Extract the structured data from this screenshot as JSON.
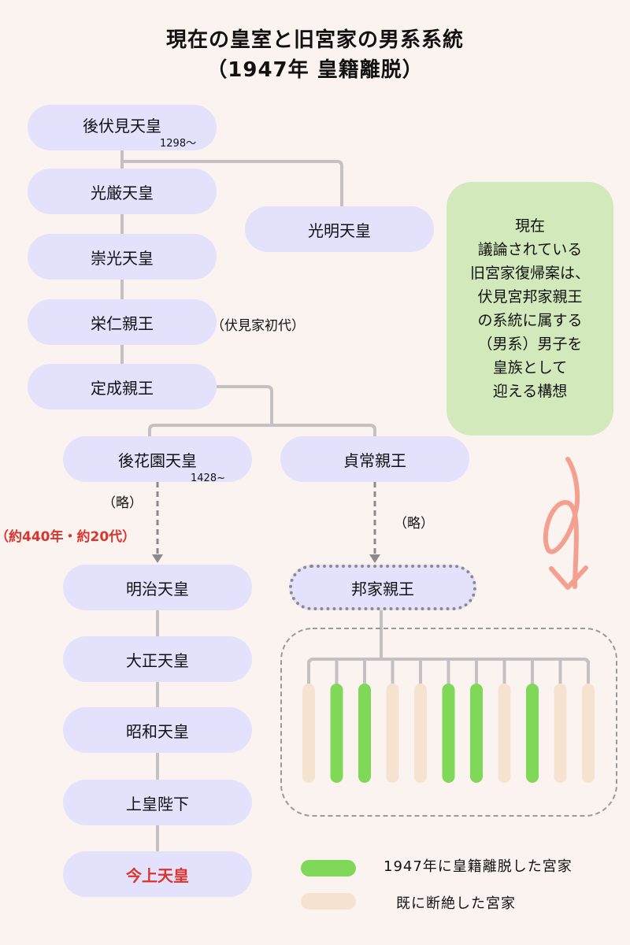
{
  "title": {
    "line1": "現在の皇室と旧宮家の男系系統",
    "line2": "（1947年 皇籍離脱）"
  },
  "nodes": {
    "gofushimi": "後伏見天皇",
    "gofushimi_year": "1298〜",
    "kogon": "光厳天皇",
    "komyo": "光明天皇",
    "suko": "崇光天皇",
    "yoshihito": "栄仁親王",
    "yoshihito_note": "（伏見家初代）",
    "sadafusa": "定成親王",
    "gohanazono": "後花園天皇",
    "gohanazono_year": "1428~",
    "sadatsune": "貞常親王",
    "meiji": "明治天皇",
    "taisho": "大正天皇",
    "showa": "昭和天皇",
    "jokou": "上皇陛下",
    "kinjo": "今上天皇",
    "kuniie": "邦家親王"
  },
  "omitted_left": "（略）",
  "omitted_right": "（略）",
  "span_note": "（約440年・約20代）",
  "callout": [
    "現在",
    "議論されている",
    "旧宮家復帰案は、",
    "伏見宮邦家親王",
    "の系統に属する",
    "（男系）男子を",
    "皇族として",
    "迎える構想"
  ],
  "branches": [
    "extinct",
    "left1947",
    "left1947",
    "extinct",
    "extinct",
    "left1947",
    "left1947",
    "extinct",
    "left1947",
    "extinct",
    "extinct"
  ],
  "colors": {
    "left1947": "#7fd858",
    "extinct": "#f5e3d0",
    "node": "#e3e1fb",
    "callout": "#d2eabb",
    "accent_red": "#d8352f",
    "arrow": "#f4a090"
  },
  "legend": {
    "left1947": "1947年に皇籍離脱した宮家",
    "extinct": "既に断絶した宮家"
  }
}
